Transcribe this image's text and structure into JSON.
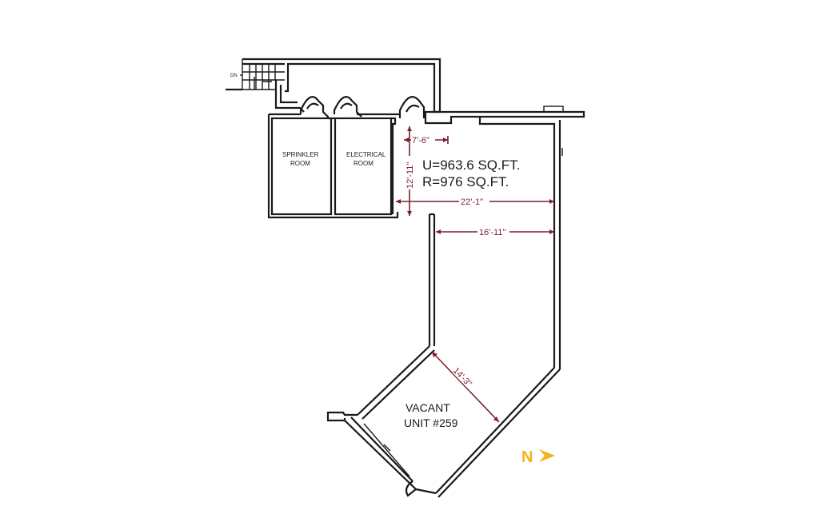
{
  "rooms": {
    "sprinkler": [
      "SPRINKLER",
      "ROOM"
    ],
    "electrical": [
      "ELECTRICAL",
      "ROOM"
    ]
  },
  "stair": {
    "label": "DN"
  },
  "area": {
    "usable": "U=963.6 SQ.FT.",
    "rentable": "R=976 SQ.FT."
  },
  "dimensions": {
    "top_width": "7'-6\"",
    "depth": "12'-11\"",
    "full_width": "22'-1\"",
    "mid_width": "16'-11\"",
    "diagonal": "14'-3\""
  },
  "unit": {
    "status": "VACANT",
    "number": "UNIT #259"
  },
  "north": {
    "label": "N",
    "color": "#f5b120",
    "icon": "north-arrow-icon"
  },
  "colors": {
    "walls": "#1a1a1a",
    "dimensions": "#7a1f2e"
  }
}
